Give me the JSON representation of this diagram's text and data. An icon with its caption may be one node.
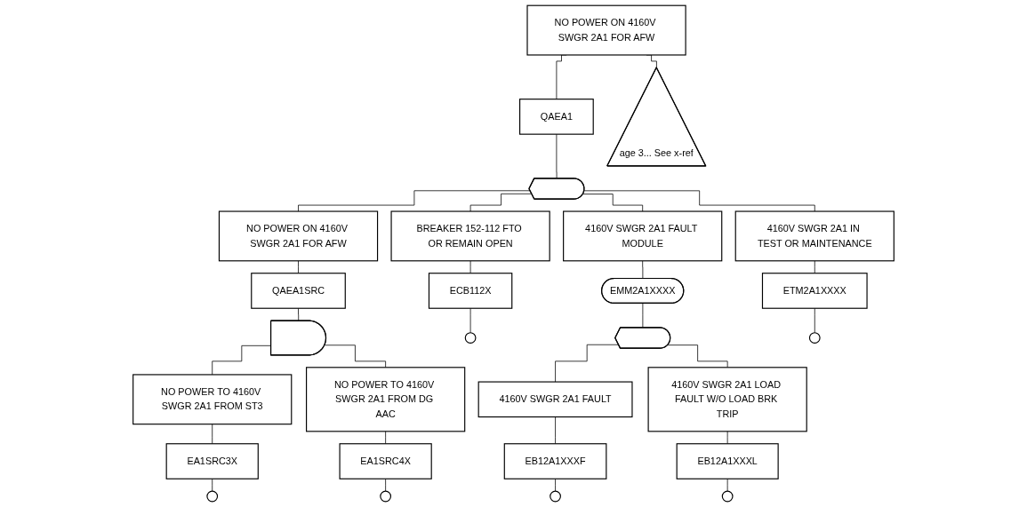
{
  "diagram": {
    "nodes": [
      {
        "text": [
          "NO POWER ON 4160V SWGR 2A1 FOR AFW"
        ]
      },
      {
        "text": [
          "QAEA1"
        ]
      },
      {
        "text": [],
        "shape": "or-gate"
      },
      {
        "text": [
          "age 3... See x-ref"
        ]
      },
      {
        "text": [
          "NO POWER ON 4160V SWGR 2A1 FOR AFW"
        ]
      },
      {
        "text": [
          "QAEA1SRC"
        ]
      },
      {
        "text": [],
        "shape": "and-gate"
      },
      {
        "text": [
          "BREAKER 152-112 FTO OR REMAIN OPEN"
        ]
      },
      {
        "text": [
          "ECB112X"
        ]
      },
      {
        "text": [],
        "shape": "circle"
      },
      {
        "text": [
          "4160V SWGR 2A1 FAULT MODULE"
        ]
      },
      {
        "text": [
          "EMM2A1XXXX"
        ]
      },
      {
        "text": [],
        "shape": "or-gate"
      },
      {
        "text": [
          "4160V SWGR 2A1 IN TEST OR MAINTENANCE"
        ]
      },
      {
        "text": [
          "ETM2A1XXXX"
        ]
      },
      {
        "text": [],
        "shape": "circle"
      },
      {
        "text": [
          "NO POWER TO 4160V SWGR 2A1 FROM ST3"
        ]
      },
      {
        "text": [
          "EA1SRC3X"
        ]
      },
      {
        "text": [],
        "shape": "circle"
      },
      {
        "text": [
          "NO POWER TO 4160V SWGR 2A1 FROM DG AAC"
        ]
      },
      {
        "text": [
          "EA1SRC4X"
        ]
      },
      {
        "text": [],
        "shape": "circle"
      },
      {
        "text": [
          "4160V SWGR 2A1 FAULT"
        ]
      },
      {
        "text": [
          "EB12A1XXXF"
        ]
      },
      {
        "text": [],
        "shape": "circle"
      },
      {
        "text": [
          "4160V SWGR 2A1 LOAD FAULT W/O LOAD BRK TRIP"
        ]
      },
      {
        "text": [
          "EB12A1XXXL"
        ]
      },
      {
        "text": [],
        "shape": "circle"
      }
    ],
    "edges": [
      {
        "from": 0,
        "to": 3,
        "arrow": "none"
      },
      {
        "from": 0,
        "to": 1,
        "arrow": "none"
      },
      {
        "from": 1,
        "to": 2,
        "arrow": "none"
      },
      {
        "from": 2,
        "to": 4,
        "arrow": "none"
      },
      {
        "from": 2,
        "to": 7,
        "arrow": "none"
      },
      {
        "from": 2,
        "to": 10,
        "arrow": "none"
      },
      {
        "from": 2,
        "to": 13,
        "arrow": "none"
      },
      {
        "from": 4,
        "to": 5,
        "arrow": "none"
      },
      {
        "from": 5,
        "to": 6,
        "arrow": "none"
      },
      {
        "from": 6,
        "to": 16,
        "arrow": "none"
      },
      {
        "from": 6,
        "to": 19,
        "arrow": "none"
      },
      {
        "from": 7,
        "to": 8,
        "arrow": "none"
      },
      {
        "from": 8,
        "to": 9,
        "arrow": "none"
      },
      {
        "from": 10,
        "to": 11,
        "arrow": "none"
      },
      {
        "from": 11,
        "to": 12,
        "arrow": "none"
      },
      {
        "from": 12,
        "to": 22,
        "arrow": "none"
      },
      {
        "from": 12,
        "to": 25,
        "arrow": "none"
      },
      {
        "from": 13,
        "to": 14,
        "arrow": "none"
      },
      {
        "from": 14,
        "to": 15,
        "arrow": "none"
      },
      {
        "from": 16,
        "to": 17,
        "arrow": "none"
      },
      {
        "from": 17,
        "to": 18,
        "arrow": "none"
      },
      {
        "from": 19,
        "to": 20,
        "arrow": "none"
      },
      {
        "from": 20,
        "to": 21,
        "arrow": "none"
      },
      {
        "from": 22,
        "to": 23,
        "arrow": "none"
      },
      {
        "from": 23,
        "to": 24,
        "arrow": "none"
      },
      {
        "from": 25,
        "to": 26,
        "arrow": "none"
      },
      {
        "from": 26,
        "to": 27,
        "arrow": "none"
      }
    ]
  }
}
